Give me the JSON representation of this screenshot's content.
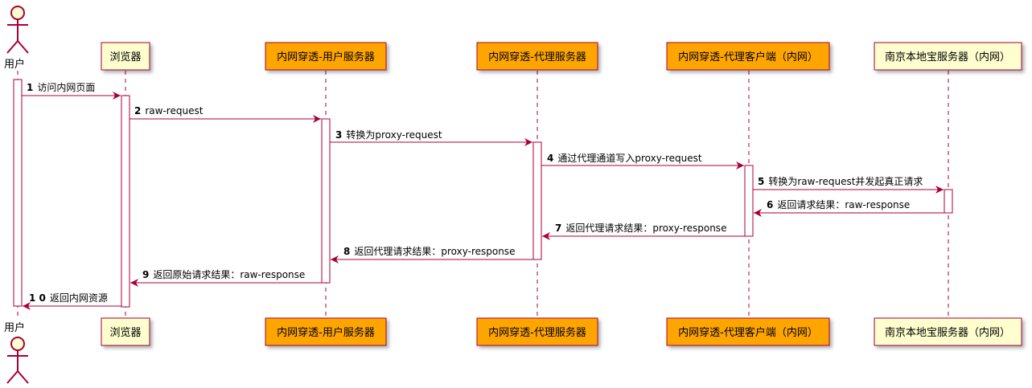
{
  "actor": {
    "name": "用户"
  },
  "participants": [
    {
      "id": "browser",
      "label": "浏览器",
      "fill": "#FEFECE"
    },
    {
      "id": "user_server",
      "label": "内网穿透-用户服务器",
      "fill": "#FFA500"
    },
    {
      "id": "proxy_server",
      "label": "内网穿透-代理服务器",
      "fill": "#FFA500"
    },
    {
      "id": "proxy_client",
      "label": "内网穿透-代理客户端（内网）",
      "fill": "#FFA500"
    },
    {
      "id": "nanjing_server",
      "label": "南京本地宝服务器（内网）",
      "fill": "#FEFECE"
    }
  ],
  "messages": [
    {
      "num": "1",
      "text": "访问内网页面",
      "from": "actor",
      "to": "browser"
    },
    {
      "num": "2",
      "text": "raw-request",
      "from": "browser",
      "to": "user_server"
    },
    {
      "num": "3",
      "text": "转换为proxy-request",
      "from": "user_server",
      "to": "proxy_server"
    },
    {
      "num": "4",
      "text": "通过代理通道写入proxy-request",
      "from": "proxy_server",
      "to": "proxy_client"
    },
    {
      "num": "5",
      "text": "转换为raw-request并发起真正请求",
      "from": "proxy_client",
      "to": "nanjing_server"
    },
    {
      "num": "6",
      "text": "返回请求结果：raw-response",
      "from": "nanjing_server",
      "to": "proxy_client"
    },
    {
      "num": "7",
      "text": "返回代理请求结果：proxy-response",
      "from": "proxy_client",
      "to": "proxy_server"
    },
    {
      "num": "8",
      "text": "返回代理请求结果：proxy-response",
      "from": "proxy_server",
      "to": "user_server"
    },
    {
      "num": "9",
      "text": "返回原始请求结果：raw-response",
      "from": "user_server",
      "to": "browser"
    },
    {
      "num": "1 0",
      "text": "返回内网资源",
      "from": "browser",
      "to": "actor"
    }
  ],
  "colors": {
    "arrow": "#A80036",
    "border": "#A80036",
    "actor_fill": "#FEFECE",
    "activation_fill": "#ffffff"
  }
}
